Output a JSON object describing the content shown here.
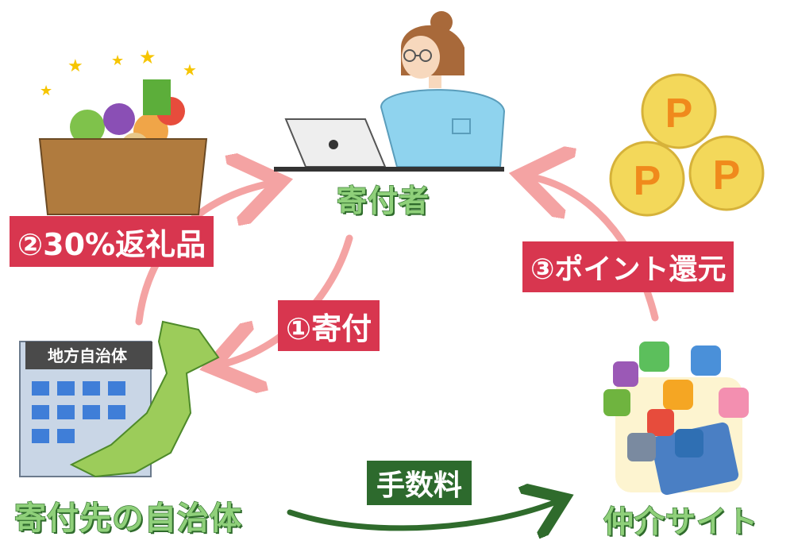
{
  "nodes": {
    "donor": "寄付者",
    "municipality": "寄付先の自治体",
    "intermediary": "仲介サイト"
  },
  "flows": {
    "donation": "①寄付",
    "return_gift": "②30%返礼品",
    "point_return": "③ポイント還元",
    "fee": "手数料"
  },
  "building_sign": "地方自治体",
  "coin_letter": "P",
  "colors": {
    "arrow_pink": "#f4a3a3",
    "label_red": "#d8364f",
    "label_green": "#2d6a2d",
    "title_green": "#8fd07a",
    "fee_arrow": "#2f6b2c"
  }
}
